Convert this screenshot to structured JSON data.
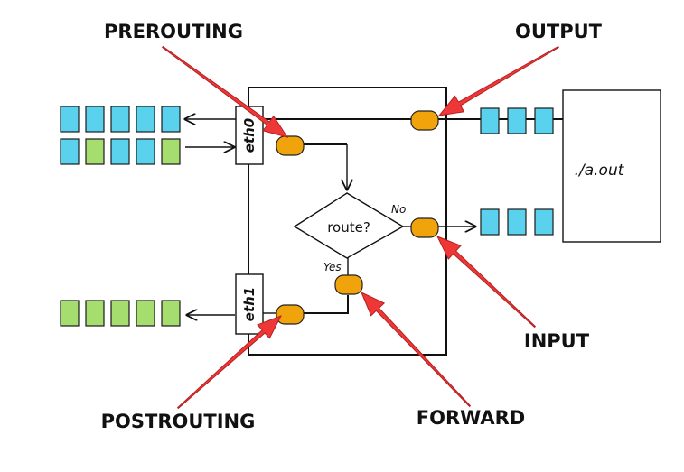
{
  "labels": {
    "prerouting": "PREROUTING",
    "output": "OUTPUT",
    "input": "INPUT",
    "forward": "FORWARD",
    "postrouting": "POSTROUTING"
  },
  "interfaces": {
    "eth0": "eth0",
    "eth1": "eth1"
  },
  "decision": {
    "text": "route?",
    "no": "No",
    "yes": "Yes"
  },
  "process": {
    "name": "./a.out"
  },
  "colors": {
    "packet_blue": "#5ad2ee",
    "packet_green": "#a6dd6f",
    "hook_orange": "#f0a30a",
    "arrow_red": "#ee3838"
  },
  "packet_rows": {
    "eth0_out": [
      "blue",
      "blue",
      "blue",
      "blue",
      "blue"
    ],
    "eth0_in": [
      "blue",
      "green",
      "blue",
      "blue",
      "green"
    ],
    "eth1_out": [
      "green",
      "green",
      "green",
      "green",
      "green"
    ],
    "output_queue": [
      "blue",
      "blue",
      "blue"
    ],
    "input_queue": [
      "blue",
      "blue",
      "blue"
    ]
  }
}
